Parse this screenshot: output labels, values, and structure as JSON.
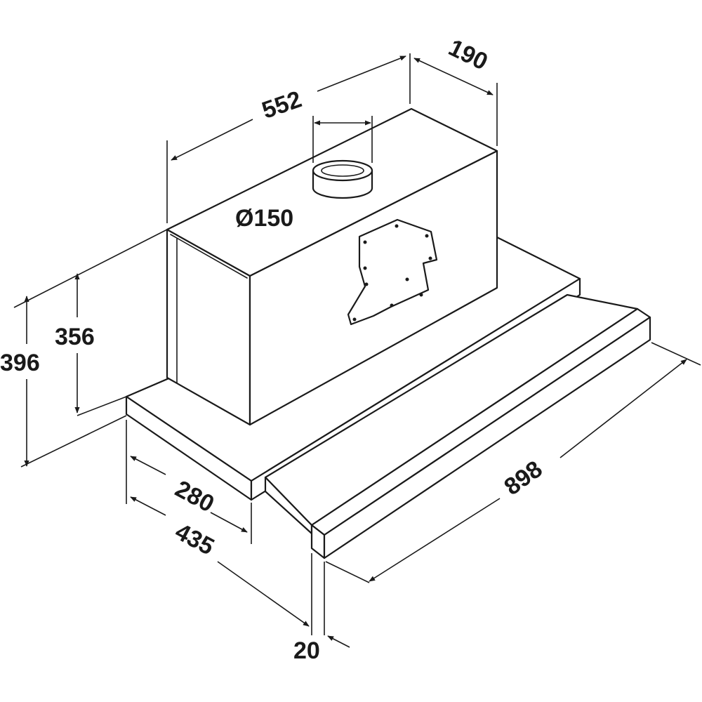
{
  "dimensions": {
    "length_top": "552",
    "depth_top": "190",
    "duct": "Ø150",
    "height_body": "356",
    "height_total": "396",
    "depth_base": "280",
    "depth_total": "435",
    "width_front": "898",
    "front_thickness": "20"
  }
}
